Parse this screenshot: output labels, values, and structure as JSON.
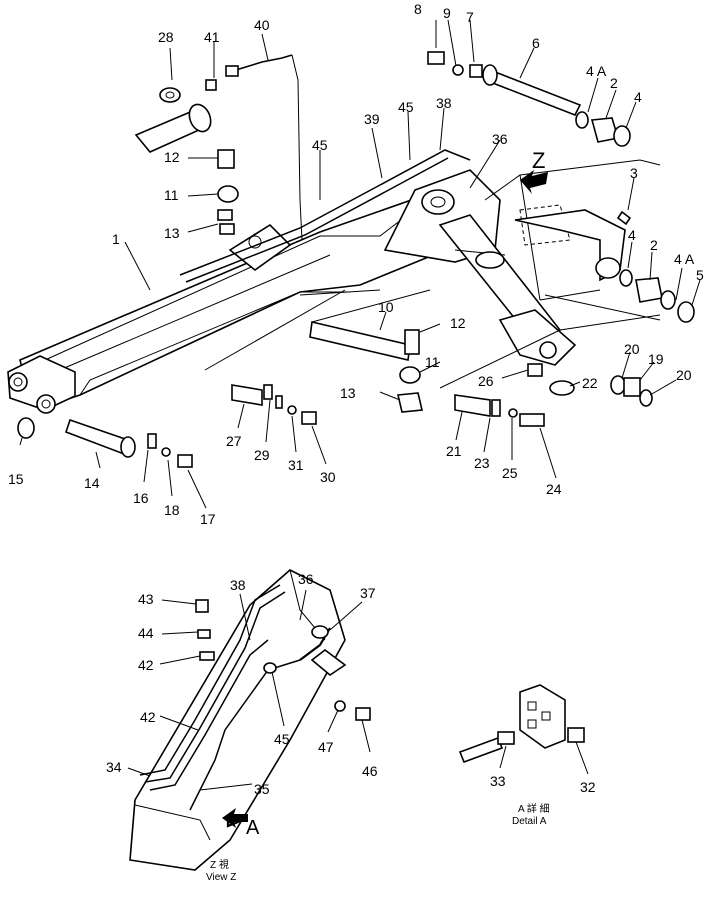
{
  "labels": [
    {
      "id": "1",
      "text": "1"
    },
    {
      "id": "2a",
      "text": "2"
    },
    {
      "id": "2b",
      "text": "2"
    },
    {
      "id": "3",
      "text": "3"
    },
    {
      "id": "4a",
      "text": "4"
    },
    {
      "id": "4b",
      "text": "4"
    },
    {
      "id": "4Aa",
      "text": "4 A"
    },
    {
      "id": "4Ab",
      "text": "4 A"
    },
    {
      "id": "5",
      "text": "5"
    },
    {
      "id": "6",
      "text": "6"
    },
    {
      "id": "7",
      "text": "7"
    },
    {
      "id": "8",
      "text": "8"
    },
    {
      "id": "9",
      "text": "9"
    },
    {
      "id": "10",
      "text": "10"
    },
    {
      "id": "11a",
      "text": "11"
    },
    {
      "id": "11b",
      "text": "11"
    },
    {
      "id": "12a",
      "text": "12"
    },
    {
      "id": "12b",
      "text": "12"
    },
    {
      "id": "13a",
      "text": "13"
    },
    {
      "id": "13b",
      "text": "13"
    },
    {
      "id": "14",
      "text": "14"
    },
    {
      "id": "15",
      "text": "15"
    },
    {
      "id": "16",
      "text": "16"
    },
    {
      "id": "17",
      "text": "17"
    },
    {
      "id": "18",
      "text": "18"
    },
    {
      "id": "19",
      "text": "19"
    },
    {
      "id": "20a",
      "text": "20"
    },
    {
      "id": "20b",
      "text": "20"
    },
    {
      "id": "21",
      "text": "21"
    },
    {
      "id": "22",
      "text": "22"
    },
    {
      "id": "23",
      "text": "23"
    },
    {
      "id": "24",
      "text": "24"
    },
    {
      "id": "25",
      "text": "25"
    },
    {
      "id": "26",
      "text": "26"
    },
    {
      "id": "27",
      "text": "27"
    },
    {
      "id": "28",
      "text": "28"
    },
    {
      "id": "29",
      "text": "29"
    },
    {
      "id": "30",
      "text": "30"
    },
    {
      "id": "31",
      "text": "31"
    },
    {
      "id": "32",
      "text": "32"
    },
    {
      "id": "33",
      "text": "33"
    },
    {
      "id": "34",
      "text": "34"
    },
    {
      "id": "35",
      "text": "35"
    },
    {
      "id": "36a",
      "text": "36"
    },
    {
      "id": "36b",
      "text": "36"
    },
    {
      "id": "37",
      "text": "37"
    },
    {
      "id": "38a",
      "text": "38"
    },
    {
      "id": "38b",
      "text": "38"
    },
    {
      "id": "39",
      "text": "39"
    },
    {
      "id": "40",
      "text": "40"
    },
    {
      "id": "41",
      "text": "41"
    },
    {
      "id": "42a",
      "text": "42"
    },
    {
      "id": "42b",
      "text": "42"
    },
    {
      "id": "43",
      "text": "43"
    },
    {
      "id": "44",
      "text": "44"
    },
    {
      "id": "45a",
      "text": "45"
    },
    {
      "id": "45b",
      "text": "45"
    },
    {
      "id": "45c",
      "text": "45"
    },
    {
      "id": "46",
      "text": "46"
    },
    {
      "id": "47",
      "text": "47"
    }
  ],
  "view_markers": {
    "z": "Z",
    "a": "A"
  },
  "captions": {
    "view_z_jp": "Z 視",
    "view_z_en": "View Z",
    "detail_a_jp": "A 詳 細",
    "detail_a_en": "Detail A"
  },
  "colors": {
    "ink": "#000000",
    "paper": "#ffffff"
  }
}
